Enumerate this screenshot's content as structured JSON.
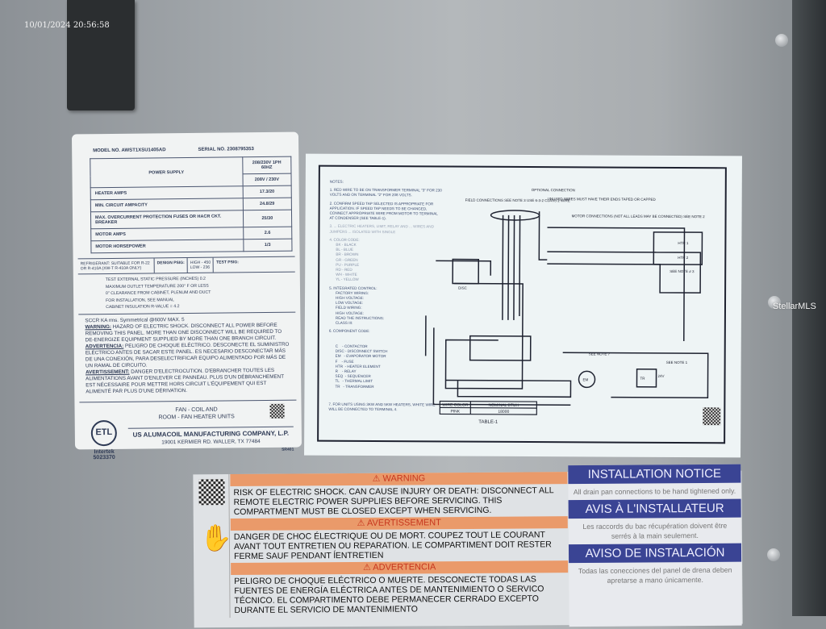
{
  "photo": {
    "timestamp": "10/01/2024  20:56:58",
    "watermark": "StellarMLS"
  },
  "rating_label": {
    "model": "MODEL NO.  AWST1XSU1405AD",
    "serial": "SERIAL NO.  2308795353",
    "rows": [
      {
        "label": "POWER SUPPLY",
        "values": [
          "208/230V 1PH 60HZ",
          "208V / 230V"
        ]
      },
      {
        "label": "HEATER AMPS",
        "values": [
          "17.3/20"
        ]
      },
      {
        "label": "MIN. CIRCUIT AMPACITY",
        "values": [
          "24.8/29"
        ]
      },
      {
        "label": "MAX. OVERCURRENT PROTECTION FUSES OR HACR CKT. BREAKER",
        "values": [
          "25/30"
        ]
      },
      {
        "label": "MOTOR AMPS",
        "values": [
          "2.6"
        ]
      },
      {
        "label": "MOTOR HORSEPOWER",
        "values": [
          "1/3"
        ]
      }
    ],
    "refrigerant": "REFRIGERANT: SUITABLE FOR R-22 OR R-410A (XW-T R-410A ONLY)",
    "design_psig": "DESIGN PSIG:",
    "design_high": "HIGH - 450",
    "design_low": "LOW - 236",
    "test_psig": "TEST PSIG:",
    "specs": [
      "TEST EXTERNAL STATIC PRESSURE (INCHES) 0.2",
      "MAXIMUM OUTLET TEMPERATURE 200° F OR LESS",
      "0\" CLEARANCE FROM CABINET, PLENUM AND DUCT",
      "FOR INSTALLATION, SEE MANUAL",
      "CABINET INSULATION R-VALUE = 4.2"
    ],
    "sccr": "SCCR KA rms. Symmetrical @600V MAX. 5",
    "warning_h": "WARNING:",
    "warning": "HAZARD OF ELECTRIC SHOCK. DISCONNECT ALL POWER BEFORE REMOVING THIS PANEL. MORE THAN ONE DISCONNECT WILL BE REQUIRED TO DE-ENERGIZE EQUIPMENT SUPPLIED BY MORE THAN ONE BRANCH CIRCUIT.",
    "advertencia_h": "ADVERTENCIA:",
    "advertencia": "PELIGRO DE CHOQUE ELÉCTRICO. DESCONECTE EL SUMINISTRO ELÉCTRICO ANTES DE SACAR ESTE PANEL. ES NECESARIO DESCONECTAR MÁS DE UNA CONEXIÓN, PARA DESELECTRIFICAR EQUIPO ALIMENTADO POR MÁS DE UN RAMAL DE CIRCUITO.",
    "avertissement_h": "AVERTISSEMENT:",
    "avertissement": "DANGER D'ELECTROCUTION. D'EBRANCHER TOUTES LES ALIMENTATIONS AVANT D'ENLEVER CE PANNEAU. PLUS D'UN DÉBRANCHEMENT EST NÉCESSAIRE POUR METTRE HORS CIRCUIT L'ÉQUIPEMENT QUI EST ALIMENTÉ PAR PLUS D'UNE DÉRIVATION.",
    "product": [
      "FAN - COIL AND",
      "ROOM - FAN HEATER UNITS"
    ],
    "etl": "ETL",
    "intertek": "Intertek",
    "intertek_no": "5023370",
    "company": "US ALUMACOIL MANUFACTURING COMPANY, L.P.",
    "address": "19001 KERMIER RD. WALLER, TX 77484",
    "code": "SR401"
  },
  "wiring_diagram": {
    "notes_title": "NOTES:",
    "notes": [
      "1. RED WIRE TO BE ON TRANSFORMER TERMINAL \"3\" FOR 230 VOLTS AND ON TERMINAL \"2\" FOR 208 VOLTS.",
      "2. CONFIRM SPEED TAP SELECTED IS APPROPRIATE FOR APPLICATION. IF SPEED TAP NEEDS TO BE CHANGED, CONNECT APPROPRIATE WIRE FROM MOTOR TO TERMINAL AT CONDENSER (SEE TABLE-1).",
      "3. ... ELECTRIC HEATERS, LIMIT, RELAY AND ... WIRES AND JUMPERS ... ISOLATED WITH SINGLE",
      "4. COLOR CODE:"
    ],
    "colors": [
      "BK - BLACK",
      "BL - BLUE",
      "BR - BROWN",
      "GR - GREEN",
      "PU - PURPLE",
      "RD - RED",
      "WH - WHITE",
      "YL - YELLOW"
    ],
    "legend_title": "5. INTEGRATED CONTROL:",
    "legend": [
      "FACTORY WIRING:",
      "HIGH VOLTAGE:",
      "LOW VOLTAGE:",
      "FIELD WIRING:",
      "HIGH VOLTAGE:",
      "READ THE INSTRUCTIONS:",
      "CLASS III:"
    ],
    "component_title": "6. COMPONENT CODE:",
    "components": [
      "C    - CONTACTOR",
      "DISC - DISCONNECT SWITCH",
      "EM   - EVAPORATOR MOTOR",
      "F    - FUSE",
      "HTR  - HEATER ELEMENT",
      "R    - RELAY",
      "SEQ  - SEQUENCER",
      "TL   - THERMAL LIMIT",
      "TR   - TRANSFORMER"
    ],
    "note7": "7. FOR UNITS USING 3KW AND 5KW HEATERS, WHITE WIRE WILL BE CONNECTED TO TERMINAL 4.",
    "callouts": [
      "FIELD CONNECTIONS SEE NOTE 3 USE 6-3-2 CLASS 2 WIRE",
      "OPTIONAL CONNECTION",
      "UNUSED WIRES MUST HAVE THEIR ENDS TAPED OR CAPPED",
      "MOTOR CONNECTIONS (NOT ALL LEADS MAY BE CONNECTED) SEE NOTE 2",
      "SEE NOTE # 3",
      "SEE NOTE 7",
      "SEE NOTE 1"
    ],
    "components_drawn": [
      "DISC",
      "HTR 1",
      "HTR 2",
      "EM",
      "TR",
      "24V"
    ],
    "table_headers": [
      "WIRE COLOR",
      "NOMINAL BTUH"
    ],
    "table_row": [
      "PINK",
      "18000"
    ],
    "table_caption": "TABLE-1"
  },
  "warning_label": {
    "sections": [
      {
        "title": "WARNING",
        "text": "RISK OF ELECTRIC SHOCK. CAN CAUSE INJURY OR DEATH: DISCONNECT ALL REMOTE ELECTRIC POWER SUPPLIES BEFORE SERVICING. THIS COMPARTMENT MUST BE CLOSED EXCEPT WHEN SERVICING."
      },
      {
        "title": "AVERTISSEMENT",
        "text": "DANGER DE CHOC ÉLECTRIQUE OU DE MORT. COUPEZ TOUT LE COURANT AVANT TOUT ENTRETIEN OU REPARATION. LE COMPARTIMENT DOIT RESTER FERME SAUF PENDANT ĺENTRETIEN"
      },
      {
        "title": "ADVERTENCIA",
        "text": "PELIGRO DE CHOQUE ELÉCTRICO O MUERTE. DESCONECTE TODAS LAS FUENTES DE ENERGÍA ELÉCTRICA ANTES DE MANTENIMIENTO O SERVICO TÉCNICO. EL COMPARTIMENTO DEBE PERMANECER CERRADO EXCEPTO DURANTE EL SERVICIO DE MANTENIMIENTO"
      }
    ],
    "notices": [
      {
        "title": "INSTALLATION NOTICE",
        "text": "All drain pan connections to be hand tightened only."
      },
      {
        "title": "AVIS À L'INSTALLATEUR",
        "text": "Les raccords du bac récupération doivent être serrés à la main seulement."
      },
      {
        "title": "AVISO DE INSTALACIÓN",
        "text": "Todas las conecciones del panel de drena deben apretarse a mano únicamente."
      }
    ]
  }
}
